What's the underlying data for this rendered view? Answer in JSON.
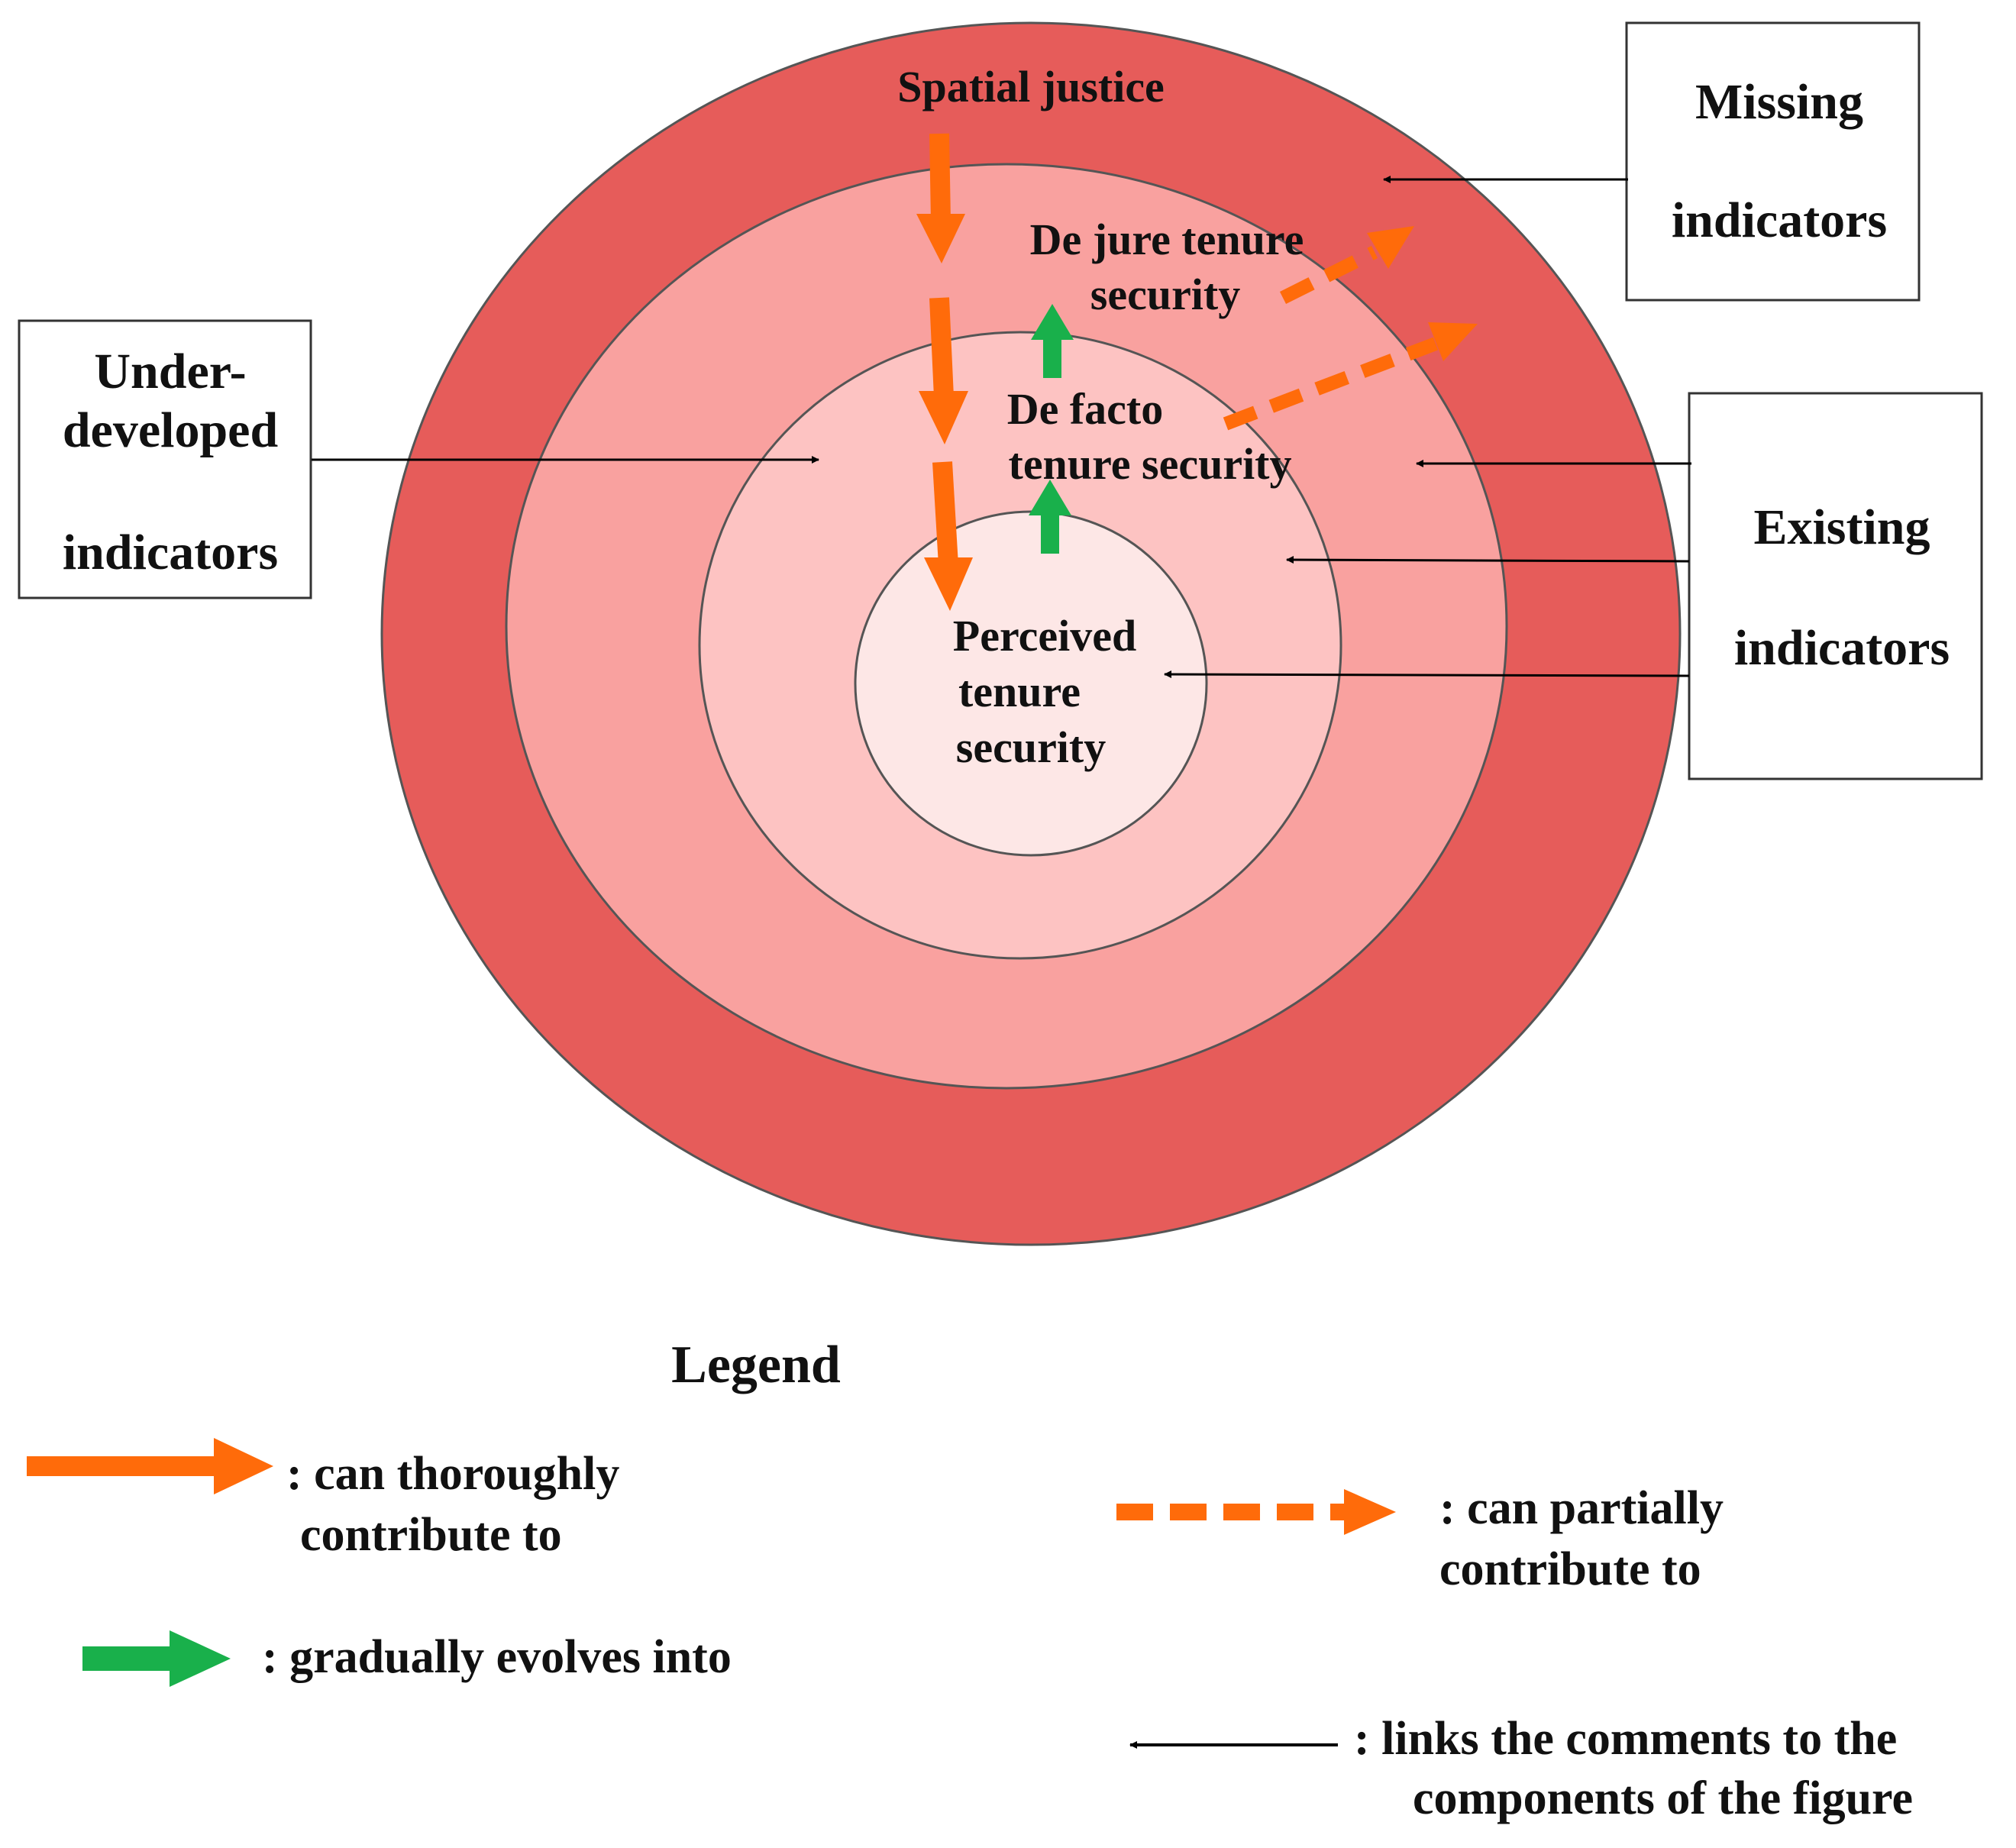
{
  "colors": {
    "outer_ring": "#e65c5a",
    "middle_ring": "#f9a19f",
    "inner_ring": "#fdc3c2",
    "core": "#fde7e6",
    "ring_stroke": "#555555",
    "thorough_arrow": "#ff6b0a",
    "partial_arrow": "#ff6b0a",
    "evolve_arrow": "#19b04b",
    "link_line": "#000000"
  },
  "diagram": {
    "rings": {
      "outer": {
        "label": "Spatial justice"
      },
      "middle": {
        "label_line1": "De jure tenure",
        "label_line2": "security"
      },
      "inner": {
        "label_line1": "De facto",
        "label_line2": "tenure security"
      },
      "core": {
        "label_line1": "Perceived",
        "label_line2": "tenure",
        "label_line3": "security"
      }
    },
    "comment_boxes": {
      "missing": {
        "line1": "Missing",
        "line2": "indicators"
      },
      "underdeveloped": {
        "line1": "Under-",
        "line2": "developed",
        "line3": "indicators"
      },
      "existing": {
        "line1": "Existing",
        "line2": "indicators"
      }
    }
  },
  "legend": {
    "title": "Legend",
    "thorough": {
      "line1": ": can thoroughly",
      "line2": "contribute to",
      "icon": "solid-orange-arrow-icon"
    },
    "partial": {
      "line1": ": can partially",
      "line2": "contribute to",
      "icon": "dashed-orange-arrow-icon"
    },
    "evolve": {
      "line1": ": gradually evolves into",
      "icon": "green-arrow-icon"
    },
    "link": {
      "line1": ": links the comments to the",
      "line2": "components of the figure",
      "icon": "thin-black-arrow-icon"
    }
  }
}
